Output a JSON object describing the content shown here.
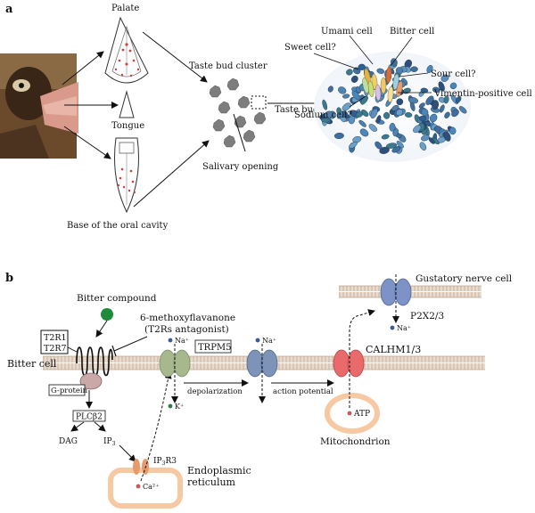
{
  "panel_a": {
    "label": "a",
    "palate": "Palate",
    "tongue": "Tongue",
    "base": "Base of the oral cavity",
    "cluster": "Taste bud cluster",
    "taste_bud": "Taste bud",
    "salivary": "Salivary opening",
    "umami": "Umami cell",
    "bitter": "Bitter cell",
    "sweet": "Sweet cell?",
    "sour": "Sour cell?",
    "vimentin": "Vimentin-positive cell",
    "sodium": "Sodium cell?"
  },
  "panel_b": {
    "label": "b",
    "bitter_compound": "Bitter compound",
    "t2r1": "T2R1",
    "t2r7": "T2R7",
    "methoxy": "6-methoxyflavanone",
    "antagonist": "(T2Rs antagonist)",
    "na1": "Na⁺",
    "trpm5": "TRPM5",
    "na2": "Na⁺",
    "bitter_cell": "Bitter cell",
    "gprotein": "G-protein",
    "depolarization": "depolarization",
    "action_potential": "action potential",
    "k": "K⁺",
    "plc": "PLCβ2",
    "dag": "DAG",
    "ip3": "IP",
    "ip3_sub": "3",
    "ip3r3": "IP",
    "ip3r3_sub": "3",
    "ip3r3_tail": "R3",
    "ca": "Ca²⁺",
    "er1": "Endoplasmic",
    "er2": "reticulum",
    "calhm": "CALHM1/3",
    "atp": "ATP",
    "mito": "Mitochondrion",
    "gustatory": "Gustatory nerve cell",
    "p2x": "P2X2/3",
    "na3": "Na⁺"
  }
}
